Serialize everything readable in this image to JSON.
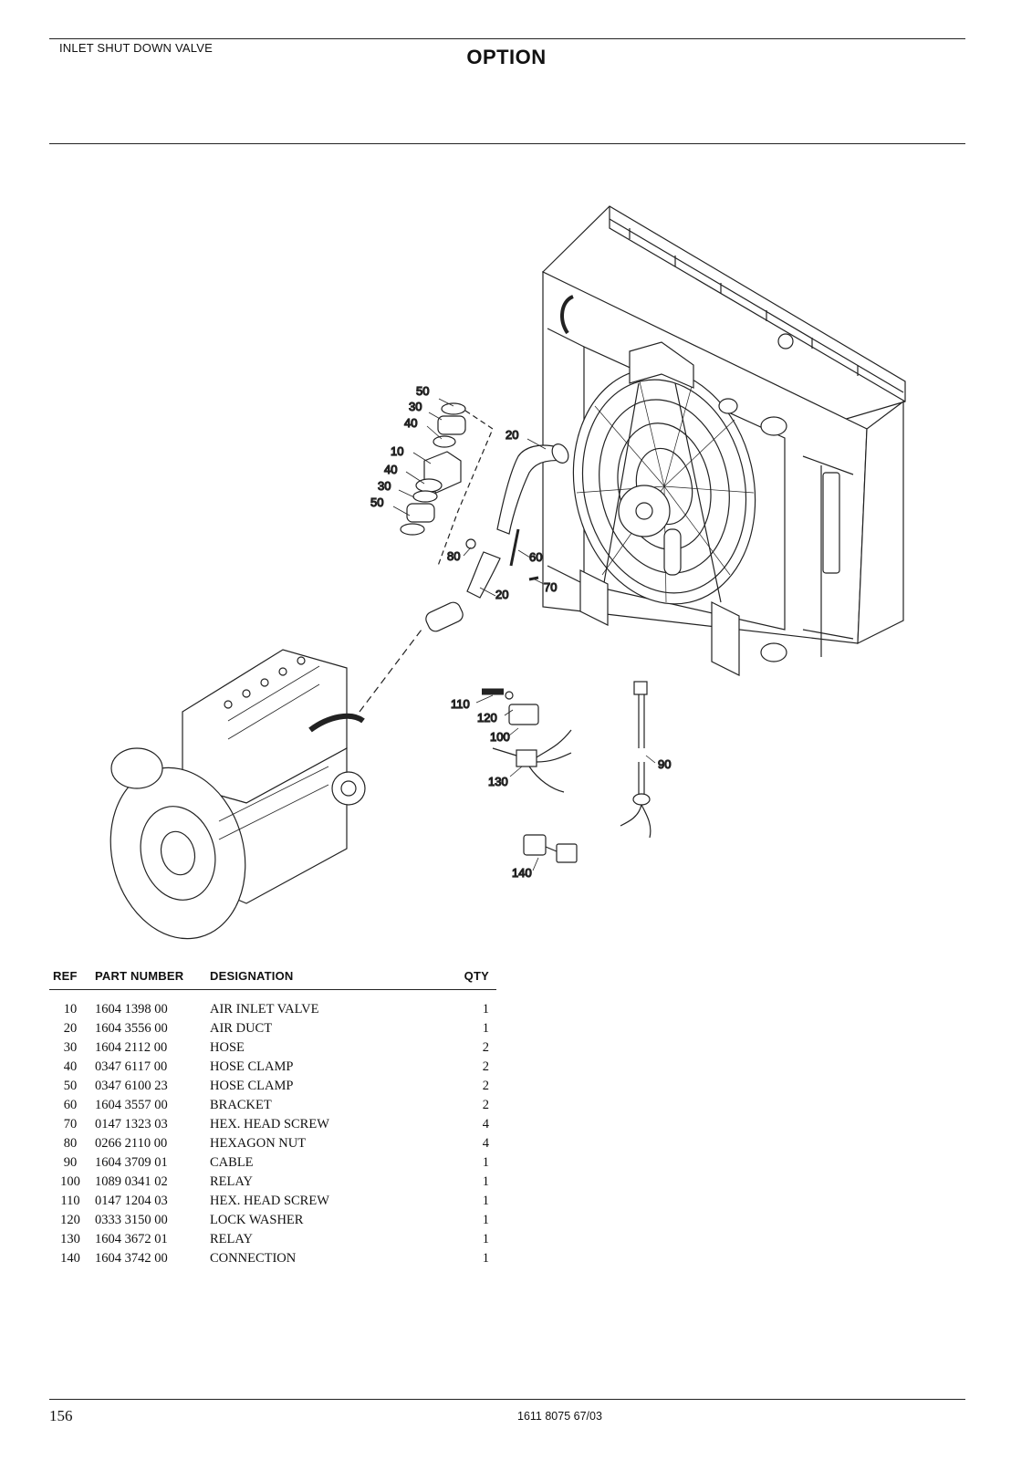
{
  "header": {
    "section_title": "INLET SHUT DOWN VALVE",
    "option_label": "OPTION"
  },
  "diagram": {
    "callouts": [
      "50",
      "30",
      "40",
      "10",
      "40",
      "30",
      "50",
      "20",
      "80",
      "60",
      "70",
      "20",
      "110",
      "120",
      "100",
      "130",
      "90",
      "140"
    ]
  },
  "table": {
    "headers": {
      "ref": "REF",
      "part_number": "PART NUMBER",
      "designation": "DESIGNATION",
      "qty": "QTY"
    },
    "rows": [
      {
        "ref": "10",
        "part_number": "1604 1398 00",
        "designation": "AIR INLET VALVE",
        "qty": "1"
      },
      {
        "ref": "20",
        "part_number": "1604 3556 00",
        "designation": "AIR DUCT",
        "qty": "1"
      },
      {
        "ref": "30",
        "part_number": "1604 2112 00",
        "designation": "HOSE",
        "qty": "2"
      },
      {
        "ref": "40",
        "part_number": "0347 6117 00",
        "designation": "HOSE CLAMP",
        "qty": "2"
      },
      {
        "ref": "50",
        "part_number": "0347 6100 23",
        "designation": "HOSE CLAMP",
        "qty": "2"
      },
      {
        "ref": "60",
        "part_number": "1604 3557 00",
        "designation": "BRACKET",
        "qty": "2"
      },
      {
        "ref": "70",
        "part_number": "0147 1323 03",
        "designation": "HEX. HEAD SCREW",
        "qty": "4"
      },
      {
        "ref": "80",
        "part_number": "0266 2110 00",
        "designation": "HEXAGON NUT",
        "qty": "4"
      },
      {
        "ref": "90",
        "part_number": "1604 3709 01",
        "designation": "CABLE",
        "qty": "1"
      },
      {
        "ref": "100",
        "part_number": "1089 0341 02",
        "designation": "RELAY",
        "qty": "1"
      },
      {
        "ref": "110",
        "part_number": "0147 1204 03",
        "designation": "HEX. HEAD SCREW",
        "qty": "1"
      },
      {
        "ref": "120",
        "part_number": "0333 3150 00",
        "designation": "LOCK WASHER",
        "qty": "1"
      },
      {
        "ref": "130",
        "part_number": "1604 3672 01",
        "designation": "RELAY",
        "qty": "1"
      },
      {
        "ref": "140",
        "part_number": "1604 3742 00",
        "designation": "CONNECTION",
        "qty": "1"
      }
    ]
  },
  "footer": {
    "page_number": "156",
    "doc_number": "1611 8075 67/03"
  }
}
